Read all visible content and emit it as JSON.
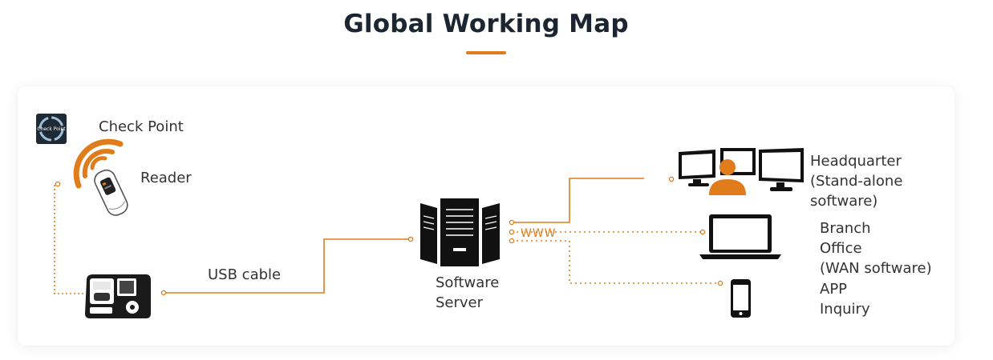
{
  "title": "Global Working Map",
  "colors": {
    "accent": "#e07c1c",
    "title": "#1c2632",
    "text": "#333333",
    "device": "#111111"
  },
  "logo": {
    "text": "Check Point",
    "icon": "check-point-logo-icon"
  },
  "nodes": {
    "check_point": "Check Point",
    "reader": "Reader",
    "usb_cable": "USB cable",
    "software_server": [
      "Software",
      "Server"
    ],
    "www": "WWW",
    "headquarter": [
      "Headquarter",
      "(Stand-alone",
      "software)"
    ],
    "branch_office": [
      "Branch",
      "Office",
      "(WAN software)"
    ],
    "app_inquiry": [
      "APP",
      "Inquiry"
    ]
  },
  "icons": {
    "reader": "rfid-reader-icon",
    "terminal": "attendance-terminal-icon",
    "server": "server-icon",
    "headquarter": "workstation-monitors-icon",
    "branch": "laptop-icon",
    "app": "smartphone-icon"
  }
}
